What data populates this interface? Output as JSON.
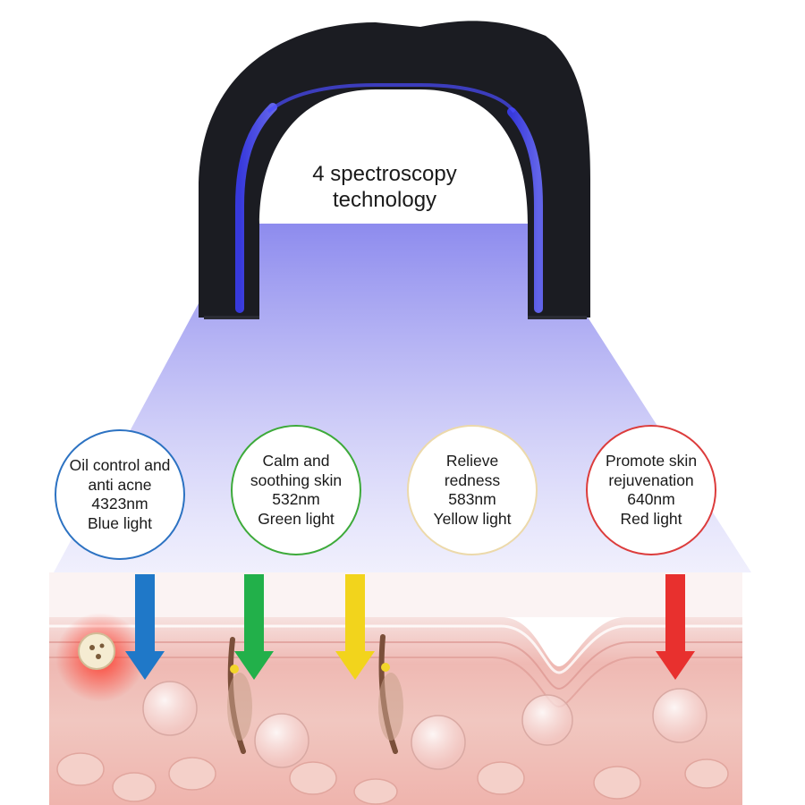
{
  "heading": {
    "line1": "4 spectroscopy",
    "line2": "technology"
  },
  "circles": [
    {
      "lines": [
        "Oil control and",
        "anti acne",
        "4323nm",
        "Blue light"
      ],
      "color": "#2c72c2"
    },
    {
      "lines": [
        "Calm and",
        "soothing skin",
        "532nm",
        "Green light"
      ],
      "color": "#3daa3a"
    },
    {
      "lines": [
        "Relieve",
        "redness",
        "583nm",
        "Yellow light"
      ],
      "color": "#ecd9aa"
    },
    {
      "lines": [
        "Promote skin",
        "rejuvenation",
        "640nm",
        "Red light"
      ],
      "color": "#dc3c3c"
    }
  ],
  "arrows": [
    {
      "color": "#1f78c8"
    },
    {
      "color": "#22b04a"
    },
    {
      "color": "#f2d41c"
    },
    {
      "color": "#e8302e"
    }
  ],
  "colors": {
    "device": "#1b1c22",
    "led_glow": "#3a3cf0",
    "light_beam": "#8d8bee",
    "skin_layer": "#efb9b3",
    "cell": "#f5d3cc"
  }
}
